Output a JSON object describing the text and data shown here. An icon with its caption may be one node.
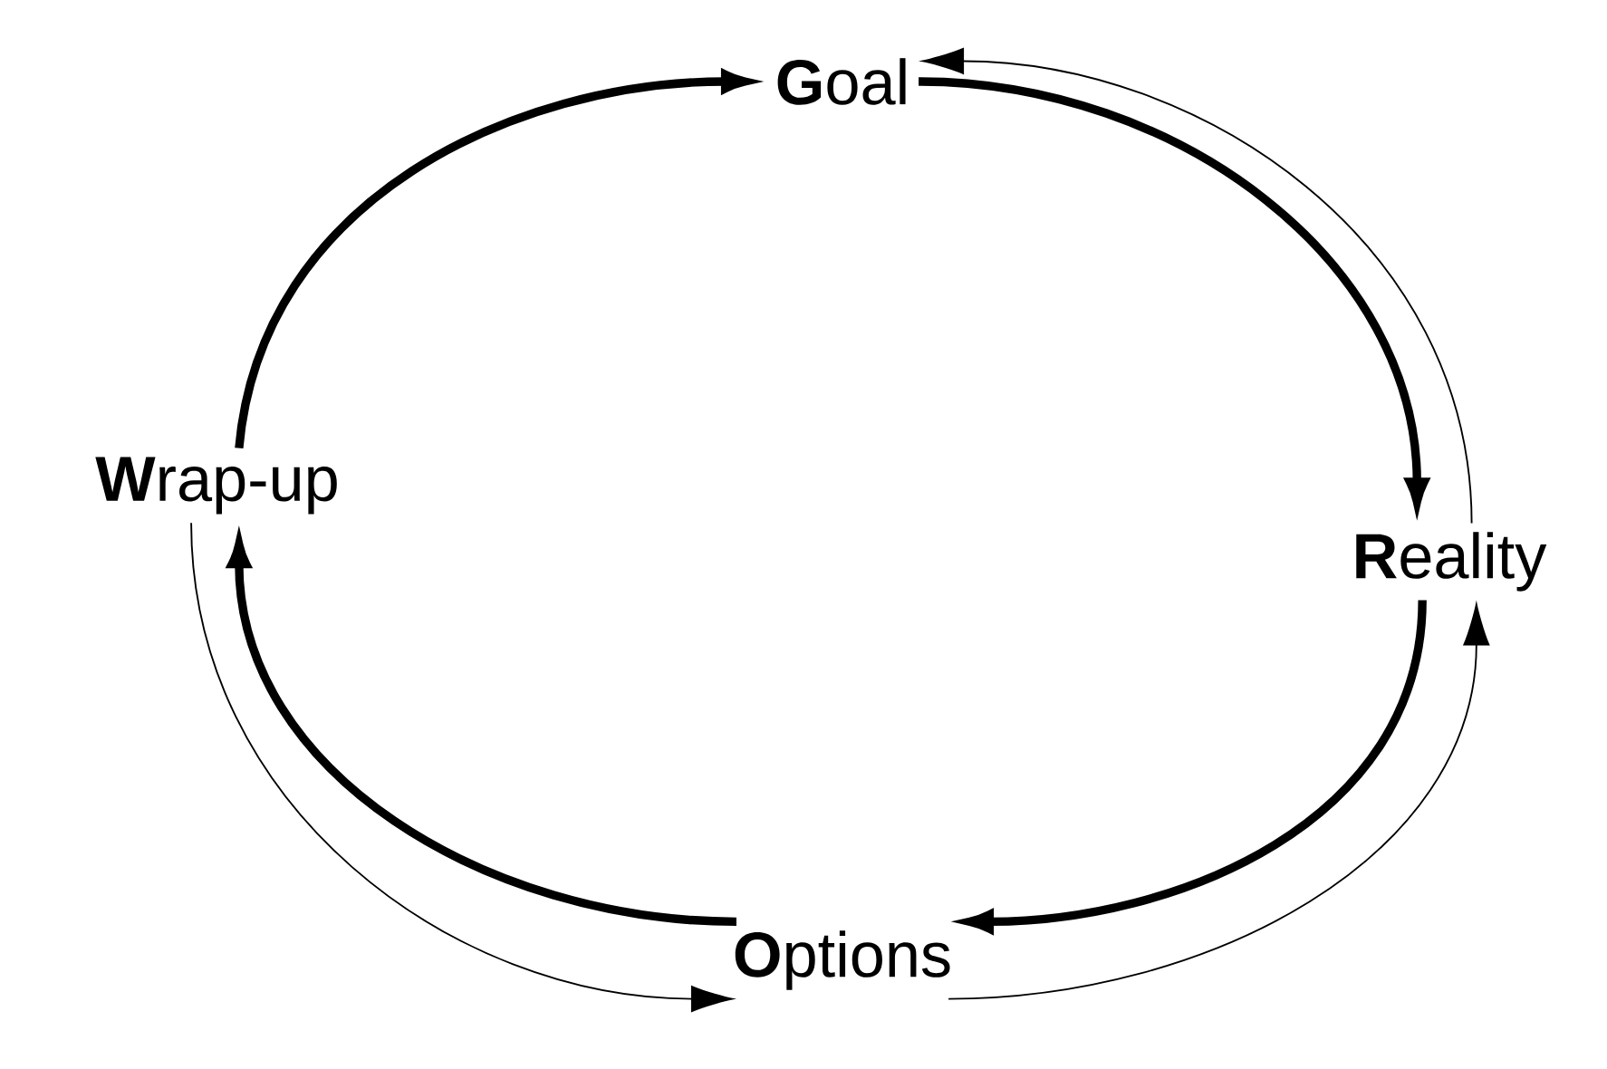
{
  "diagram": {
    "nodes": [
      {
        "text": [
          "**G**oal"
        ]
      },
      {
        "text": [
          "**R**eality"
        ]
      },
      {
        "text": [
          "**O**ptions"
        ]
      },
      {
        "text": [
          "**W**rap-up"
        ]
      }
    ],
    "edges": [
      {
        "from": 3,
        "to": 0,
        "arrow": "to"
      },
      {
        "from": 0,
        "to": 1,
        "arrow": "to"
      },
      {
        "from": 1,
        "to": 2,
        "arrow": "to"
      },
      {
        "from": 2,
        "to": 3,
        "arrow": "to"
      },
      {
        "from": 1,
        "to": 0,
        "arrow": "to"
      },
      {
        "from": 3,
        "to": 2,
        "arrow": "to"
      },
      {
        "from": 2,
        "to": 1,
        "arrow": "to"
      }
    ]
  }
}
